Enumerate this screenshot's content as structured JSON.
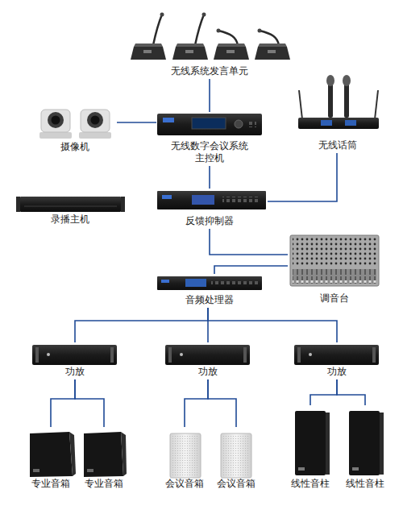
{
  "diagram": {
    "nodes": [
      {
        "text": [
          "无线系统发言单元"
        ]
      },
      {
        "text": [
          "摄像机"
        ]
      },
      {
        "text": [
          "无线数字会议系统 主控机"
        ]
      },
      {
        "text": [
          "无线话筒"
        ]
      },
      {
        "text": [
          "录播主机"
        ]
      },
      {
        "text": [
          "反馈抑制器"
        ]
      },
      {
        "text": [
          "调音台"
        ]
      },
      {
        "text": [
          "音频处理器"
        ]
      },
      {
        "text": [
          "功放"
        ]
      },
      {
        "text": [
          "功放"
        ]
      },
      {
        "text": [
          "功放"
        ]
      },
      {
        "text": [
          "专业音箱"
        ]
      },
      {
        "text": [
          "专业音箱"
        ]
      },
      {
        "text": [
          "会议音箱"
        ]
      },
      {
        "text": [
          "会议音箱"
        ]
      },
      {
        "text": [
          "线性音柱"
        ]
      },
      {
        "text": [
          "线性音柱"
        ]
      }
    ],
    "edges": [
      {
        "from": 0,
        "to": 2,
        "arrow": "none"
      },
      {
        "from": 1,
        "to": 2,
        "arrow": "none"
      },
      {
        "from": 2,
        "to": 5,
        "arrow": "none"
      },
      {
        "from": 3,
        "to": 5,
        "arrow": "none"
      },
      {
        "from": 5,
        "to": 6,
        "arrow": "none"
      },
      {
        "from": 6,
        "to": 7,
        "arrow": "none"
      },
      {
        "from": 7,
        "to": 8,
        "arrow": "none"
      },
      {
        "from": 7,
        "to": 9,
        "arrow": "none"
      },
      {
        "from": 7,
        "to": 10,
        "arrow": "none"
      },
      {
        "from": 8,
        "to": 11,
        "arrow": "none"
      },
      {
        "from": 8,
        "to": 12,
        "arrow": "none"
      },
      {
        "from": 9,
        "to": 13,
        "arrow": "none"
      },
      {
        "from": 9,
        "to": 14,
        "arrow": "none"
      },
      {
        "from": 10,
        "to": 15,
        "arrow": "none"
      },
      {
        "from": 10,
        "to": 16,
        "arrow": "none"
      }
    ]
  }
}
